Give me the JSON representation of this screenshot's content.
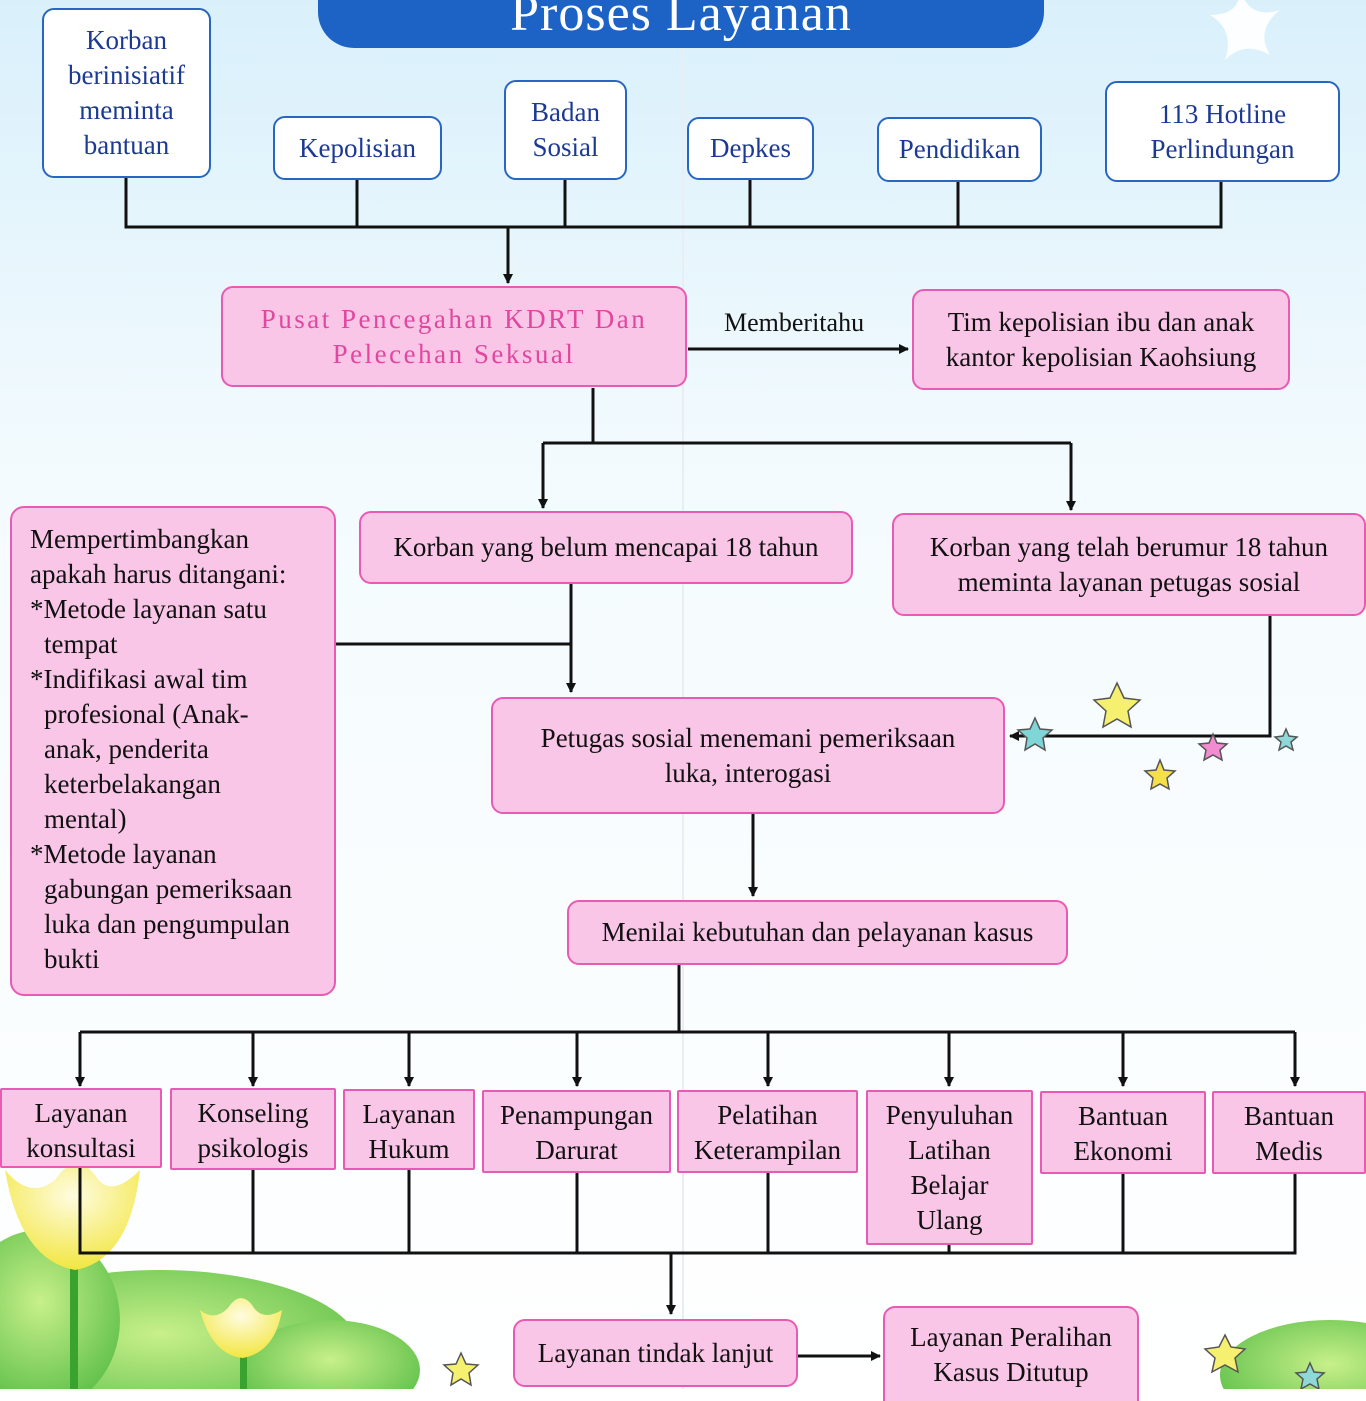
{
  "title": "Proses Layanan",
  "sources": [
    {
      "label": "Korban\nberinisiatif\nmeminta\nbantuan"
    },
    {
      "label": "Kepolisian"
    },
    {
      "label": "Badan\nSosial"
    },
    {
      "label": "Depkes"
    },
    {
      "label": "Pendidikan"
    },
    {
      "label": "113 Hotline\nPerlindungan"
    }
  ],
  "center": {
    "label": "Pusat Pencegahan KDRT Dan\nPelecehan Seksual"
  },
  "notify": {
    "edge_label": "Memberitahu",
    "label": "Tim kepolisian ibu dan anak\nkantor kepolisian Kaohsiung"
  },
  "minor": {
    "label": "Korban yang belum mencapai 18 tahun"
  },
  "adult": {
    "label": "Korban yang telah berumur 18 tahun\nmeminta layanan petugas sosial"
  },
  "consider": {
    "lines": [
      "Mempertimbangkan",
      "apakah harus ditangani:",
      "*Metode layanan satu",
      "tempat",
      "*Indifikasi awal tim",
      "profesional (Anak-",
      "anak, penderita",
      "keterbelakangan",
      "mental)",
      "*Metode layanan",
      "gabungan pemeriksaan",
      "luka dan pengumpulan",
      "bukti"
    ]
  },
  "social_worker": {
    "label": "Petugas sosial menemani pemeriksaan\nluka, interogasi"
  },
  "assess": {
    "label": "Menilai kebutuhan dan pelayanan kasus"
  },
  "services": [
    {
      "label": "Layanan\nkonsultasi"
    },
    {
      "label": "Konseling\npsikologis"
    },
    {
      "label": "Layanan\nHukum"
    },
    {
      "label": "Penampungan\nDarurat"
    },
    {
      "label": "Pelatihan\nKeterampilan"
    },
    {
      "label": "Penyuluhan\nLatihan\nBelajar\nUlang"
    },
    {
      "label": "Bantuan\nEkonomi"
    },
    {
      "label": "Bantuan\nMedis"
    }
  ],
  "followup": {
    "label": "Layanan tindak lanjut"
  },
  "closing": {
    "label": "Layanan Peralihan\nKasus Ditutup"
  },
  "colors": {
    "title_bar": "#1d63c6",
    "blue_border": "#2766c2",
    "pink_fill": "#f9c6e8",
    "pink_border": "#e85bb4"
  }
}
